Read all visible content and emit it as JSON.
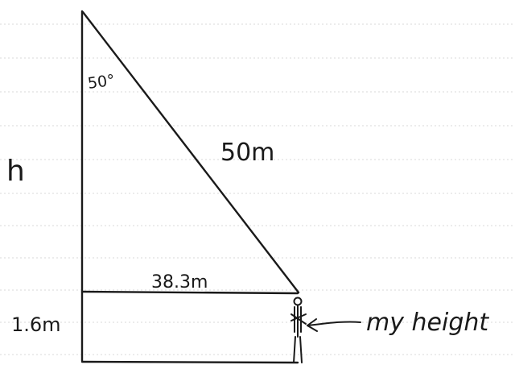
{
  "labels": {
    "angle": "50°",
    "hypotenuse": "50m",
    "height": "h",
    "base": "38.3m",
    "person_height": "1.6m",
    "annotation": "my height"
  },
  "icons": {
    "person": "stick-figure-icon",
    "pointer": "arrow-left-icon"
  },
  "colors": {
    "ink": "#1a1a1a",
    "ruled_lines": "#d8d8d8",
    "paper": "#ffffff"
  }
}
